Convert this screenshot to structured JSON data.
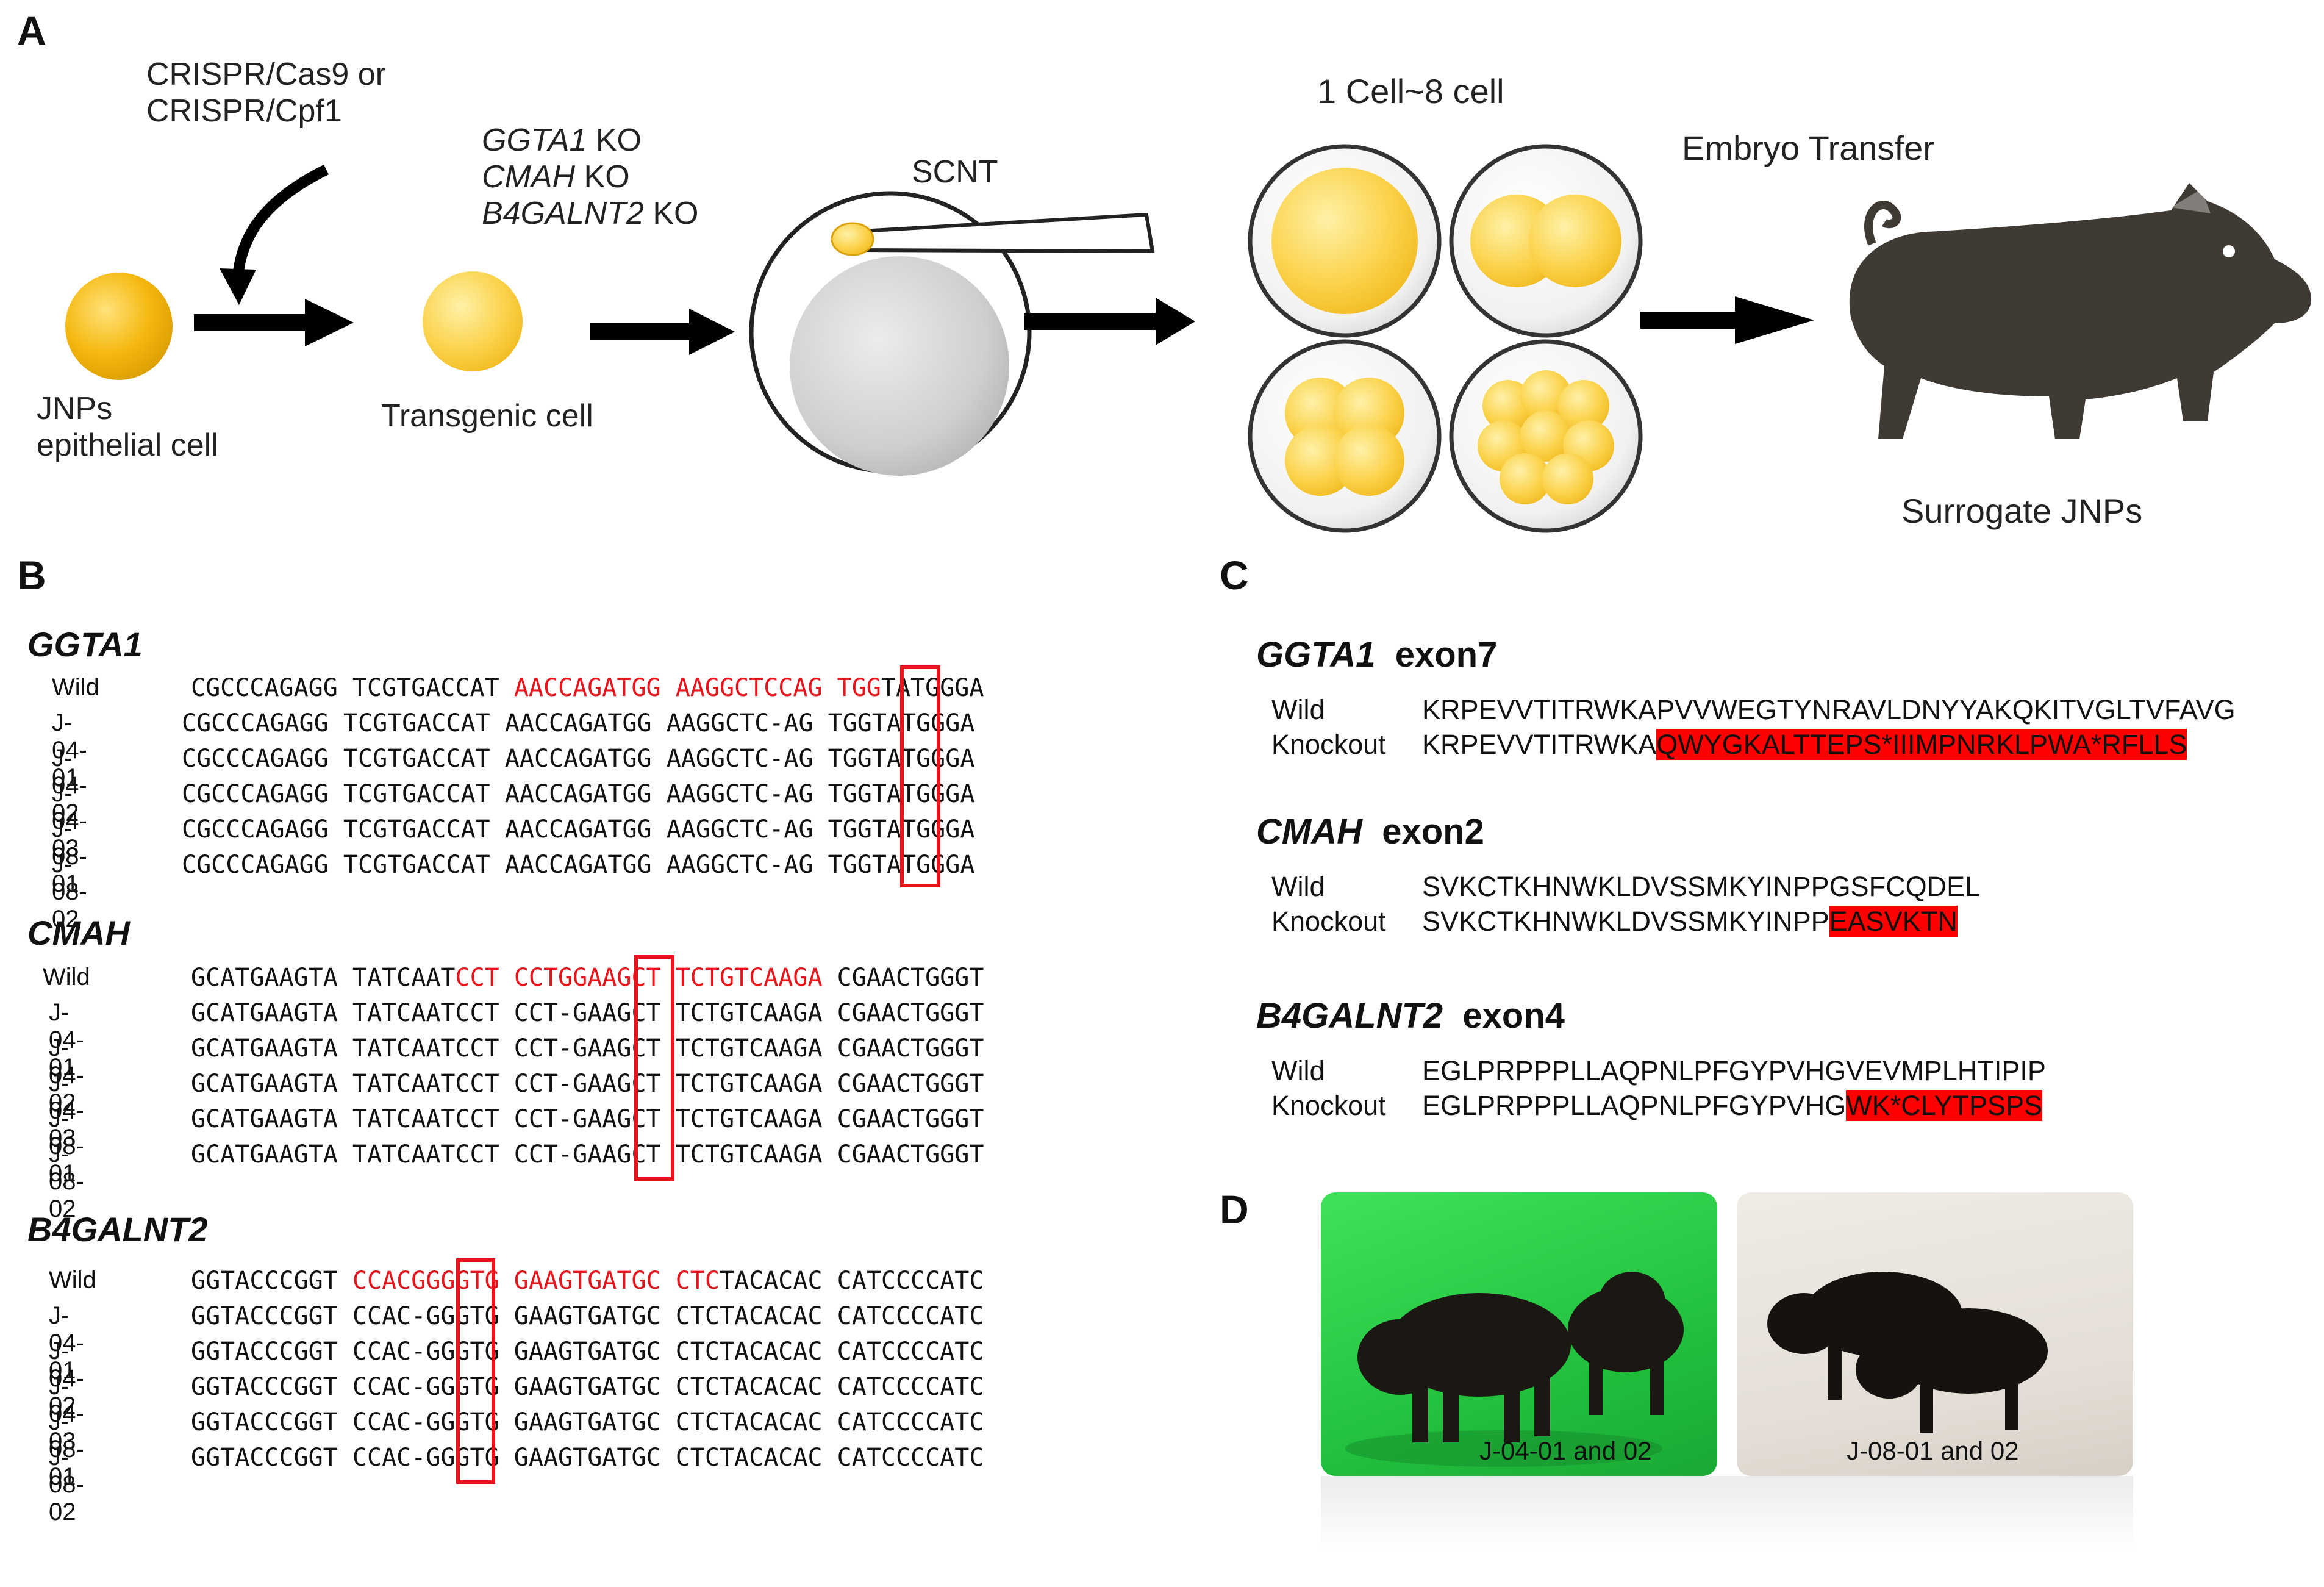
{
  "panelA": {
    "label": "A",
    "crispr_line1": "CRISPR/Cas9 or",
    "crispr_line2": "CRISPR/Cpf1",
    "cell_start_line1": "JNPs",
    "cell_start_line2": "epithelial cell",
    "ko_lines": [
      {
        "gene": "GGTA1",
        "suffix": " KO"
      },
      {
        "gene": "CMAH",
        "suffix": " KO"
      },
      {
        "gene": "B4GALNT2",
        "suffix": " KO"
      }
    ],
    "transgenic_label": "Transgenic cell",
    "scnt_label": "SCNT",
    "embryo_label": "1 Cell~8 cell",
    "transfer_label": "Embryo Transfer",
    "surrogate_label": "Surrogate JNPs",
    "colors": {
      "cell_gold": "#f5c11e",
      "cell_light": "#fad96a",
      "pig": "#3f3a33",
      "arrow": "#000000"
    }
  },
  "panelB": {
    "label": "B",
    "genes": [
      {
        "name": "GGTA1",
        "wild_label": "Wild",
        "wild": {
          "pre": "CGCCCAGAGG TCGTGACCAT ",
          "red": "AACCAGATGG AAGGCTCCAG TGG",
          "post": "TATGGGA"
        },
        "rows": [
          {
            "id": "J-04-01",
            "seq": "CGCCCAGAGG TCGTGACCAT AACCAGATGG AAGGCTC-AG TGGTATGGGA"
          },
          {
            "id": "J-04-02",
            "seq": "CGCCCAGAGG TCGTGACCAT AACCAGATGG AAGGCTC-AG TGGTATGGGA"
          },
          {
            "id": "J-04-03",
            "seq": "CGCCCAGAGG TCGTGACCAT AACCAGATGG AAGGCTC-AG TGGTATGGGA"
          },
          {
            "id": "J-08-01",
            "seq": "CGCCCAGAGG TCGTGACCAT AACCAGATGG AAGGCTC-AG TGGTATGGGA"
          },
          {
            "id": "J-08-02",
            "seq": "CGCCCAGAGG TCGTGACCAT AACCAGATGG AAGGCTC-AG TGGTATGGGA"
          }
        ]
      },
      {
        "name": "CMAH",
        "wild_label": "Wild",
        "wild": {
          "pre": "GCATGAAGTA TATCAAT",
          "red": "CCT CCTGGAAGCT TCTGTCAAGA",
          "post": " CGAACTGGGT"
        },
        "rows": [
          {
            "id": "J-04-01",
            "seq": "GCATGAAGTA TATCAATCCT CCT-GAAGCT TCTGTCAAGA CGAACTGGGT"
          },
          {
            "id": "J-04-02",
            "seq": "GCATGAAGTA TATCAATCCT CCT-GAAGCT TCTGTCAAGA CGAACTGGGT"
          },
          {
            "id": "J-04-03",
            "seq": "GCATGAAGTA TATCAATCCT CCT-GAAGCT TCTGTCAAGA CGAACTGGGT"
          },
          {
            "id": "J-08-01",
            "seq": "GCATGAAGTA TATCAATCCT CCT-GAAGCT TCTGTCAAGA CGAACTGGGT"
          },
          {
            "id": "J-08-02",
            "seq": "GCATGAAGTA TATCAATCCT CCT-GAAGCT TCTGTCAAGA CGAACTGGGT"
          }
        ]
      },
      {
        "name": "B4GALNT2",
        "wild_label": "Wild",
        "wild": {
          "pre": "GGTACCCGGT ",
          "red": "CCACGGGGTG GAAGTGATGC CTC",
          "post": "TACACAC CATCCCCATC"
        },
        "rows": [
          {
            "id": "J-04-01",
            "seq": "GGTACCCGGT CCAC-GGGTG GAAGTGATGC CTCTACACAC CATCCCCATC"
          },
          {
            "id": "J-04-02",
            "seq": "GGTACCCGGT CCAC-GGGTG GAAGTGATGC CTCTACACAC CATCCCCATC"
          },
          {
            "id": "J-04-03",
            "seq": "GGTACCCGGT CCAC-GGGTG GAAGTGATGC CTCTACACAC CATCCCCATC"
          },
          {
            "id": "J-08-01",
            "seq": "GGTACCCGGT CCAC-GGGTG GAAGTGATGC CTCTACACAC CATCCCCATC"
          },
          {
            "id": "J-08-02",
            "seq": "GGTACCCGGT CCAC-GGGTG GAAGTGATGC CTCTACACAC CATCCCCATC"
          }
        ]
      }
    ],
    "colors": {
      "guide_red": "#e8141c",
      "box": "#e8141c"
    }
  },
  "panelC": {
    "label": "C",
    "genes": [
      {
        "name": "GGTA1",
        "exon": "exon7",
        "wild_label": "Wild",
        "wild": "KRPEVVTITRWKAPVVWEGTYNRAVLDNYYAKQKITVGLTVFAVG",
        "ko_label": "Knockout",
        "ko_pre": "KRPEVVTITRWKA",
        "ko_hl": "QWYGKALTTEPS*IIIMPNRKLPWA*RFLLS"
      },
      {
        "name": "CMAH",
        "exon": "exon2",
        "wild_label": "Wild",
        "wild": "SVKCTKHNWKLDVSSMKYINPPGSFCQDEL",
        "ko_label": "Knockout",
        "ko_pre": "SVKCTKHNWKLDVSSMKYINPP",
        "ko_hl": "EASVKTN"
      },
      {
        "name": "B4GALNT2",
        "exon": "exon4",
        "wild_label": "Wild",
        "wild": "EGLPRPPPLLAQPNLPFGYPVHGVEVMPLHTIPIP",
        "ko_label": "Knockout",
        "ko_pre": "EGLPRPPPLLAQPNLPFGYPVHG",
        "ko_hl": "WK*CLYTPSPS"
      }
    ],
    "colors": {
      "highlight": "#ff0000"
    }
  },
  "panelD": {
    "label": "D",
    "photos": [
      {
        "caption": "J-04-01 and 02",
        "background": "#2fd24a"
      },
      {
        "caption": "J-08-01 and 02",
        "background": "#e6e1da"
      }
    ]
  }
}
